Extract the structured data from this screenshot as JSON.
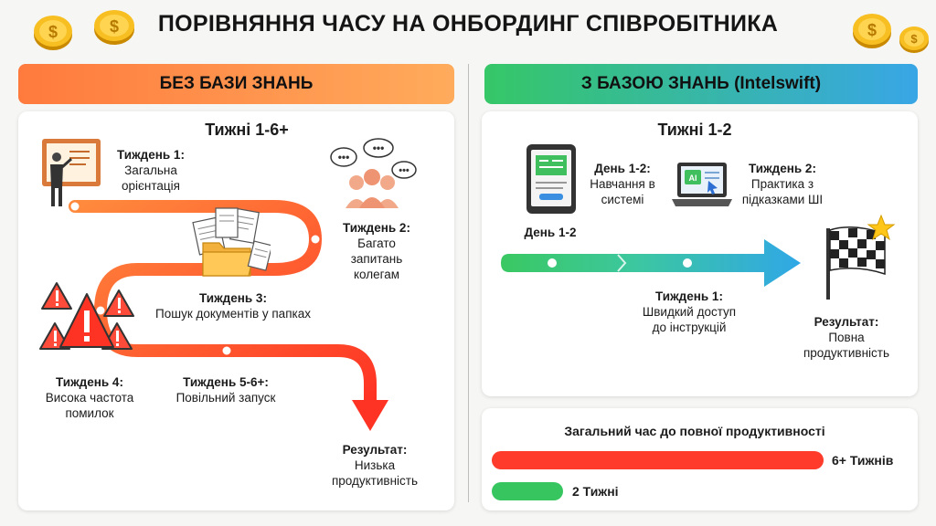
{
  "title": "ПОРІВНЯННЯ ЧАСУ НА ОНБОРДИНГ СПІВРОБІТНИКА",
  "left": {
    "banner": "БЕЗ БАЗИ ЗНАНЬ",
    "duration": "Тижні 1-6+",
    "steps": [
      {
        "head": "Тиждень 1:",
        "text": "Загальна орієнтація"
      },
      {
        "head": "Тиждень 2:",
        "text": "Багато запитань колегам"
      },
      {
        "head": "Тиждень 3:",
        "text": "Пошук документів у папках"
      },
      {
        "head": "Тиждень 4:",
        "text": "Висока частота помилок"
      },
      {
        "head": "Тиждень 5-6+:",
        "text": "Повільний запуск"
      }
    ],
    "result": {
      "head": "Результат:",
      "text": "Низька продуктивність"
    }
  },
  "right": {
    "banner": "З БАЗОЮ ЗНАНЬ (Intelswift)",
    "duration": "Тижні 1-2",
    "steps": [
      {
        "head": "День 1-2:",
        "text": "Навчання в системі"
      },
      {
        "head": "Тиждень 2:",
        "text": "Практика з підказками ШІ"
      },
      {
        "head": "Тиждень 1:",
        "text": "Швидкий доступ до інструкцій"
      }
    ],
    "axis_label": "День 1-2",
    "ai_badge": "AI",
    "result": {
      "head": "Результат:",
      "text": "Повна продуктивність"
    }
  },
  "comparison": {
    "title": "Загальний час до повної продуктивності",
    "bars": [
      {
        "label": "6+ Тижнів",
        "weeks": 6,
        "color": "#ff3b2c"
      },
      {
        "label": "2 Тижні",
        "weeks": 2,
        "color": "#37c560"
      }
    ]
  },
  "colors": {
    "orange": "#ff7a3d",
    "red": "#ff3b2c",
    "green": "#37c560",
    "blue": "#38a6e6",
    "gold": "#f4b400"
  },
  "icons": [
    "coin-icon",
    "presentation-icon",
    "chat-group-icon",
    "folder-documents-icon",
    "warning-icon",
    "tablet-icon",
    "laptop-ai-icon",
    "checkered-flag-icon"
  ]
}
